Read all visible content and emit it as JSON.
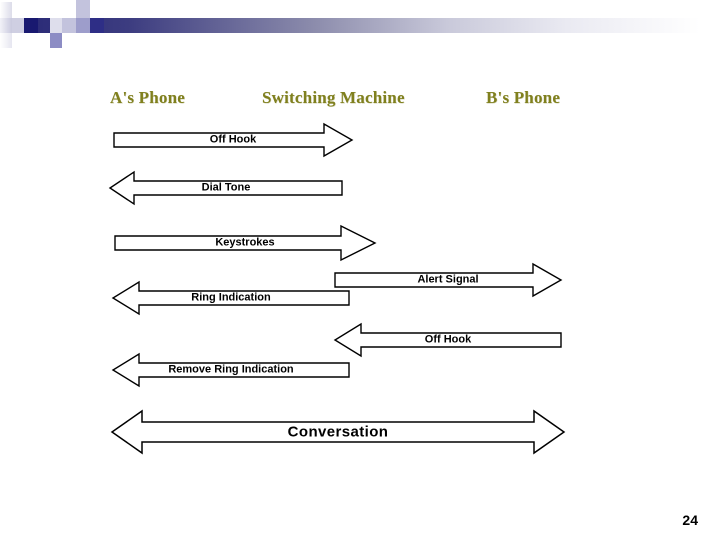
{
  "slide": {
    "page_number": "24",
    "background_color": "#ffffff"
  },
  "header": {
    "gradient_from": "#2c2c78",
    "gradient_to": "#ffffff",
    "decoration_colors": {
      "dark_navy": "#191970",
      "mid_navy": "#2e2e86",
      "periwinkle": "#8c8cc4",
      "light_lavender": "#c3c3dd",
      "pale": "#e2e2ee"
    }
  },
  "columns": [
    {
      "id": "a-phone",
      "label": "A's Phone"
    },
    {
      "id": "switching-machine",
      "label": "Switching Machine"
    },
    {
      "id": "b-phone",
      "label": "B's Phone"
    }
  ],
  "column_title_color": "#80801e",
  "messages": [
    {
      "id": "off-hook-a",
      "label": "Off Hook",
      "direction": "right",
      "from": "a-phone",
      "to": "switching-machine"
    },
    {
      "id": "dial-tone",
      "label": "Dial Tone",
      "direction": "left",
      "from": "switching-machine",
      "to": "a-phone"
    },
    {
      "id": "keystrokes",
      "label": "Keystrokes",
      "direction": "right",
      "from": "a-phone",
      "to": "switching-machine"
    },
    {
      "id": "alert-signal",
      "label": "Alert Signal",
      "direction": "right",
      "from": "switching-machine",
      "to": "b-phone"
    },
    {
      "id": "ring-indication",
      "label": "Ring Indication",
      "direction": "left",
      "from": "switching-machine",
      "to": "a-phone"
    },
    {
      "id": "off-hook-b",
      "label": "Off Hook",
      "direction": "left",
      "from": "b-phone",
      "to": "switching-machine"
    },
    {
      "id": "remove-ring-indication",
      "label": "Remove Ring Indication",
      "direction": "left",
      "from": "switching-machine",
      "to": "a-phone"
    },
    {
      "id": "conversation",
      "label": "Conversation",
      "direction": "bidirectional",
      "from": "a-phone",
      "to": "b-phone"
    }
  ]
}
